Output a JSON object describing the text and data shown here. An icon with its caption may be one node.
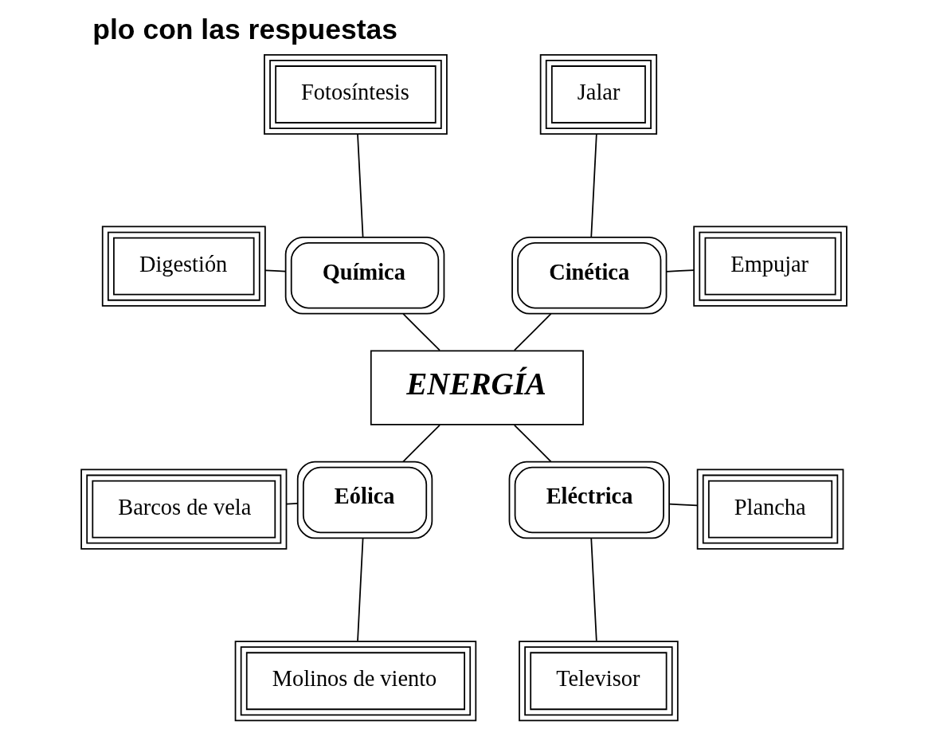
{
  "diagram": {
    "title": "plo con las respuestas",
    "nodes": [
      {
        "text": [
          "ENERGÍA"
        ]
      },
      {
        "text": [
          "Cinética"
        ]
      },
      {
        "text": [
          "Empujar"
        ]
      },
      {
        "text": [
          "Jalar"
        ]
      },
      {
        "text": [
          "Química"
        ]
      },
      {
        "text": [
          "Fotosíntesis"
        ]
      },
      {
        "text": [
          "Digestión"
        ]
      },
      {
        "text": [
          "Eólica"
        ]
      },
      {
        "text": [
          "Barcos de vela"
        ]
      },
      {
        "text": [
          "Molinos de viento"
        ]
      },
      {
        "text": [
          "Eléctrica"
        ]
      },
      {
        "text": [
          "Televisor"
        ]
      },
      {
        "text": [
          "Plancha"
        ]
      }
    ],
    "edges": [
      {
        "from": 0,
        "to": 1,
        "arrow": "none"
      },
      {
        "from": 1,
        "to": 2,
        "arrow": "none"
      },
      {
        "from": 1,
        "to": 3,
        "arrow": "none"
      },
      {
        "from": 0,
        "to": 4,
        "arrow": "none"
      },
      {
        "from": 4,
        "to": 5,
        "arrow": "none"
      },
      {
        "from": 4,
        "to": 6,
        "arrow": "none"
      },
      {
        "from": 0,
        "to": 7,
        "arrow": "none"
      },
      {
        "from": 7,
        "to": 8,
        "arrow": "none"
      },
      {
        "from": 7,
        "to": 9,
        "arrow": "none"
      },
      {
        "from": 0,
        "to": 10,
        "arrow": "none"
      },
      {
        "from": 10,
        "to": 11,
        "arrow": "none"
      },
      {
        "from": 10,
        "to": 12,
        "arrow": "none"
      }
    ]
  }
}
